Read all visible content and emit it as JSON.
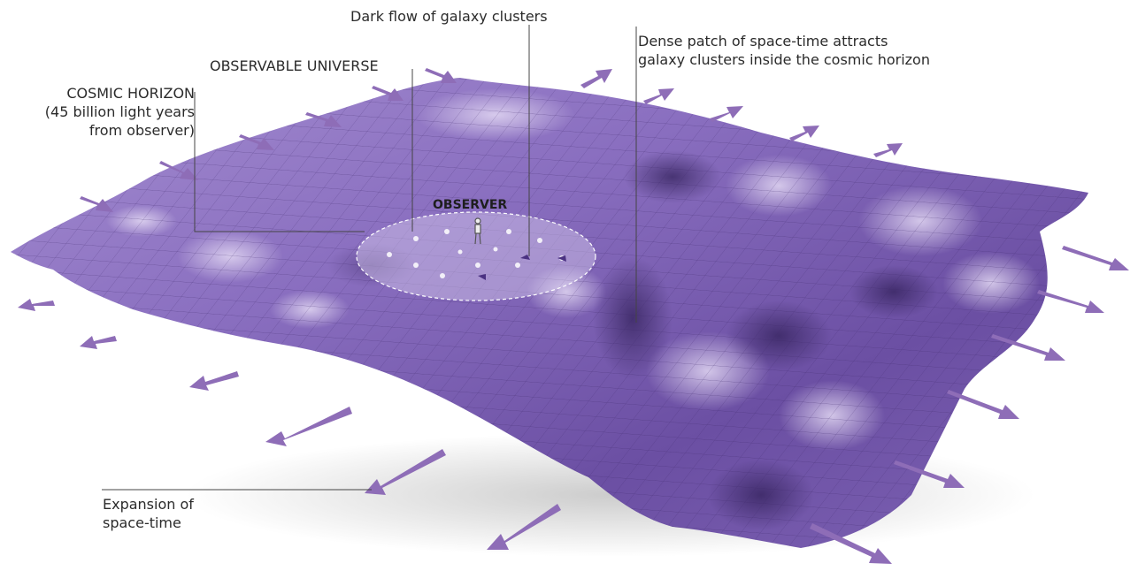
{
  "labels": {
    "dark_flow": "Dark flow of galaxy clusters",
    "observable_universe": "OBSERVABLE UNIVERSE",
    "cosmic_horizon": [
      "COSMIC HORIZON",
      "(45 billion light years",
      "from observer)"
    ],
    "dense_patch": [
      "Dense patch of space-time attracts",
      "galaxy clusters inside the cosmic horizon"
    ],
    "observer": "OBSERVER",
    "expansion": [
      "Expansion of",
      "space-time"
    ]
  },
  "colors": {
    "surface_dark": "#5b3f8f",
    "surface_mid": "#7e63b4",
    "surface_light": "#b9a6dc",
    "arrow": "#8e6db7",
    "leader_line": "#444444",
    "observable_disc": "#d8ccee"
  },
  "icons": [
    "observer-figure-icon",
    "expansion-arrow-icon",
    "dark-flow-arrow-icon"
  ]
}
